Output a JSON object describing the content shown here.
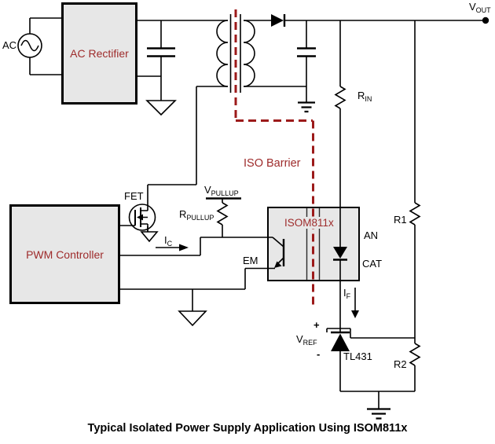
{
  "caption": "Typical Isolated Power Supply Application Using ISOM811x",
  "colors": {
    "accent_text_red": "#9E2B2B",
    "iso_barrier_red": "#9C1A1A",
    "block_fill": "#E7E7E7",
    "wire_black": "#000000"
  },
  "blocks": {
    "ac_rectifier": {
      "label": "AC Rectifier"
    },
    "pwm_controller": {
      "label": "PWM Controller"
    },
    "optocoupler": {
      "label": "ISOM811x"
    }
  },
  "labels": {
    "ac_source": "AC",
    "vout": {
      "main": "V",
      "sub": "OUT"
    },
    "rin": {
      "main": "R",
      "sub": "IN"
    },
    "iso_barrier": "ISO Barrier",
    "fet": "FET",
    "vpullup": {
      "main": "V",
      "sub": "PULLUP"
    },
    "rpullup": {
      "main": "R",
      "sub": "PULLUP"
    },
    "ic": {
      "main": "I",
      "sub": "C"
    },
    "em": "EM",
    "an": "AN",
    "cat": "CAT",
    "r1": "R1",
    "r2": "R2",
    "if": {
      "main": "I",
      "sub": "F"
    },
    "plus": "+",
    "vref": {
      "main": "V",
      "sub": "REF"
    },
    "minus": "-",
    "tl431": "TL431"
  }
}
